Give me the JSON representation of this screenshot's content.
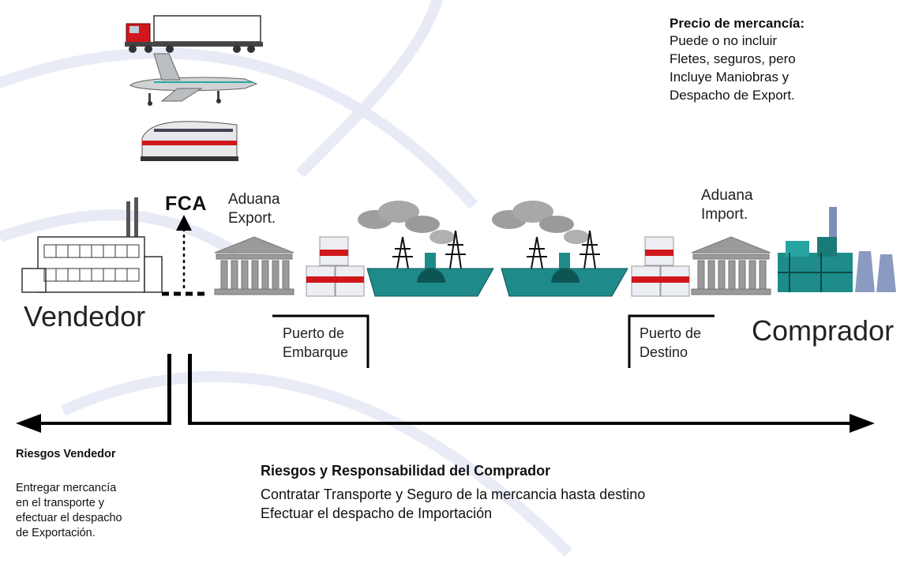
{
  "price": {
    "title": "Precio de mercancía:",
    "lines": [
      "Puede o no incluir",
      "Fletes, seguros, pero",
      "Incluye Maniobras y",
      "Despacho de Export."
    ]
  },
  "incoterm": "FCA",
  "customs_export": [
    "Aduana",
    "Export."
  ],
  "customs_import": [
    "Aduana",
    "Import."
  ],
  "seller": "Vendedor",
  "buyer": "Comprador",
  "port_loading": [
    "Puerto de",
    "Embarque"
  ],
  "port_destination": [
    "Puerto de",
    "Destino"
  ],
  "seller_risks": {
    "title": "Riesgos Vendedor",
    "lines": [
      "Entregar mercancía",
      "en el transporte y",
      "efectuar el despacho",
      "de Exportación."
    ]
  },
  "buyer_risks": {
    "title": "Riesgos y Responsabilidad del Comprador",
    "lines": [
      "Contratar Transporte y Seguro de la mercancia hasta destino",
      "Efectuar el despacho de Importación"
    ]
  },
  "icons": [
    "truck-icon",
    "airplane-icon",
    "train-icon",
    "factory-icon",
    "customs-building-icon",
    "cargo-boxes-icon",
    "steamship-icon",
    "industrial-plant-icon"
  ],
  "colors": {
    "ship": "#1f8a8a",
    "box_stripe": "#d0181c",
    "building": "#9a9a9a",
    "arrow": "#000000"
  }
}
